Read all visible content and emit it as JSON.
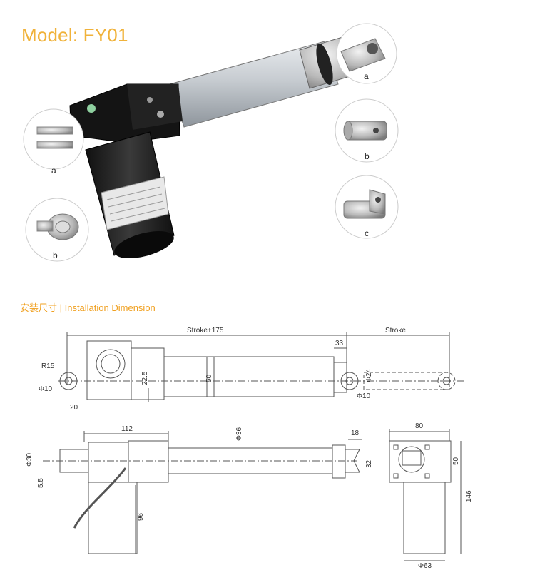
{
  "header": {
    "model_title": "Model: FY01"
  },
  "photo_section": {
    "callouts": [
      {
        "label": "a"
      },
      {
        "label": "b"
      },
      {
        "label": "a"
      },
      {
        "label": "b"
      },
      {
        "label": "c"
      }
    ]
  },
  "dimension_section": {
    "title": "安装尺寸 | Installation Dimension",
    "top_view": {
      "labels": [
        "Stroke+175",
        "Stroke",
        "33",
        "R15",
        "Φ10",
        "20",
        "22.5",
        "50",
        "Φ24",
        "Φ10"
      ]
    },
    "front_view": {
      "labels": [
        "112",
        "Φ36",
        "18",
        "Φ30",
        "5.5",
        "32",
        "96"
      ]
    },
    "side_view": {
      "labels": [
        "80",
        "50",
        "146",
        "Φ63"
      ]
    }
  },
  "colors": {
    "title_orange": "#f0b23a",
    "section_orange": "#f0a020",
    "line": "#555555"
  }
}
